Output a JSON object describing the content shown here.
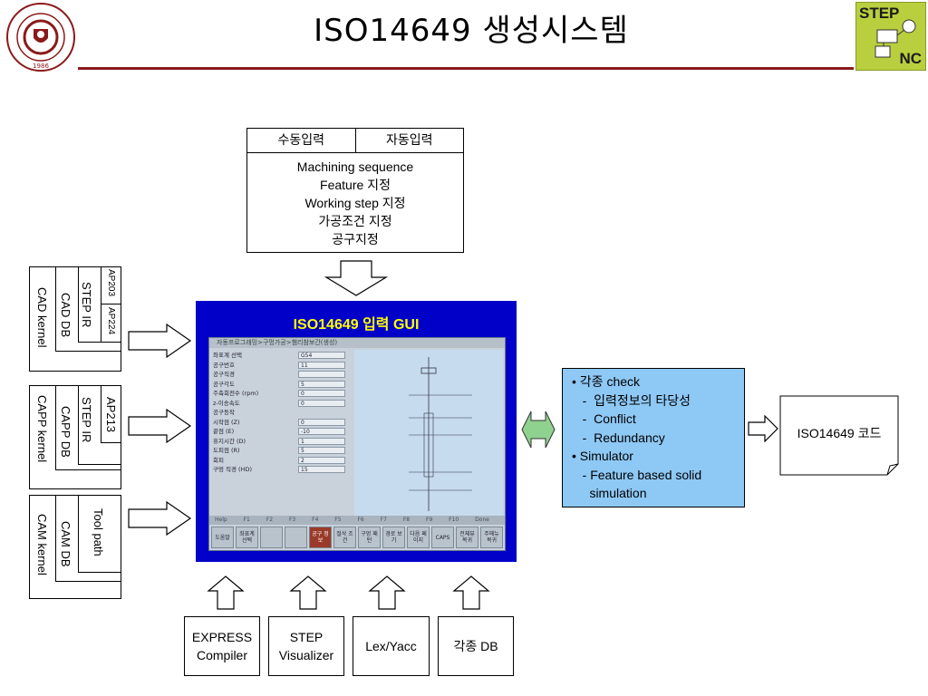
{
  "header": {
    "title": "ISO14649 생성시스템",
    "university_logo_text": "POHANG UNIVERSITY OF SCIENCE AND TECHNOLOGY 포항공과대학교 1986",
    "stepnc_logo": {
      "top": "STEP",
      "bottom": "NC"
    },
    "rule_color": "#8b1a1a"
  },
  "manual_input": {
    "tabs": [
      "수동입력",
      "자동입력"
    ],
    "lines": [
      "Machining sequence",
      "Feature 지정",
      "Working step 지정",
      "가공조건 지정",
      "공구지정"
    ]
  },
  "left_boxes": [
    {
      "outer": "CAD kernel",
      "middle": "CAD DB",
      "inner": "STEP IR",
      "protocols": [
        "AP203",
        "AP224"
      ]
    },
    {
      "outer": "CAPP kernel",
      "middle": "CAPP DB",
      "inner": "STEP IR",
      "protocols": [
        "AP213"
      ]
    },
    {
      "outer": "CAM kernel",
      "middle": "CAM DB",
      "inner": "Tool path",
      "protocols": []
    }
  ],
  "gui": {
    "title": "ISO14649 입력 GUI",
    "window_title": "자동프로그래밍>구멍가공>챔리참보간(생성)",
    "form_rows": [
      {
        "label": "좌표계 선택",
        "value": "G54"
      },
      {
        "label": "공구번호",
        "value": "11"
      },
      {
        "label": "공구직경",
        "value": ""
      },
      {
        "label": "공구각도",
        "value": "5"
      },
      {
        "label": "주축회전수   (rpm)",
        "value": "0"
      },
      {
        "label": "z-이송속도",
        "value": "0"
      },
      {
        "label": "공구동작",
        "value": ""
      },
      {
        "label": "시작점        (Z)",
        "value": "0"
      },
      {
        "label": "끝점          (E)",
        "value": "-10"
      },
      {
        "label": "휴지시간      (D)",
        "value": "1"
      },
      {
        "label": "도피점        (R)",
        "value": "5"
      },
      {
        "label": "회피",
        "value": "2"
      },
      {
        "label": "구멍 직경     (HD)",
        "value": "15"
      }
    ],
    "fkeys": "Help F1 F2 F3 F4 F5 F6 F7 F8 F9 F10 Done",
    "buttons": [
      "도움말",
      "좌표계 선택",
      "",
      "",
      "공구 정보",
      "절삭 조건",
      "구멍 패턴",
      "경로 보기",
      "다음 페이지",
      "CAPS",
      "전체뷰 복귀",
      "주메뉴 복귀"
    ],
    "active_button_index": 4,
    "colors": {
      "frame": "#0000c8",
      "title": "#ffff00"
    }
  },
  "features": {
    "lines": [
      "• 각종 check",
      "   -  입력정보의 타당성",
      "   -  Conflict",
      "   -  Redundancy",
      "• Simulator",
      "   - Feature based solid",
      "     simulation"
    ],
    "background": "#8ec8f5"
  },
  "output_doc": {
    "label": "ISO14649 코드"
  },
  "tools": [
    {
      "lines": [
        "EXPRESS",
        "Compiler"
      ]
    },
    {
      "lines": [
        "STEP",
        "Visualizer"
      ]
    },
    {
      "lines": [
        "Lex/Yacc"
      ]
    },
    {
      "lines": [
        "각종 DB"
      ]
    }
  ],
  "connector_color": "#8fd18f"
}
